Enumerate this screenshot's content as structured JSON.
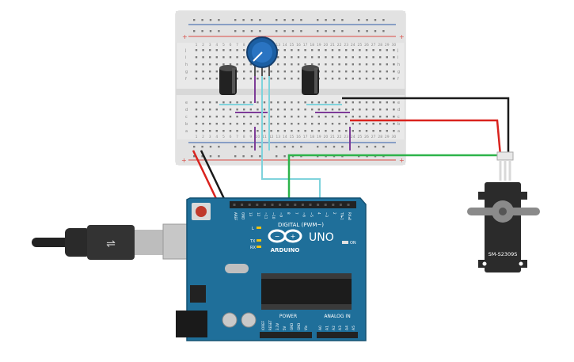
{
  "breadboard": {
    "column_numbers": [
      "1",
      "2",
      "3",
      "4",
      "5",
      "6",
      "7",
      "8",
      "9",
      "10",
      "11",
      "12",
      "13",
      "14",
      "15",
      "16",
      "17",
      "18",
      "19",
      "20",
      "21",
      "22",
      "23",
      "24",
      "25",
      "26",
      "27",
      "28",
      "29",
      "30"
    ],
    "row_letters_top": [
      "j",
      "i",
      "h",
      "g",
      "f"
    ],
    "row_letters_bottom": [
      "e",
      "d",
      "c",
      "b",
      "a"
    ],
    "rail_plus": "+",
    "rail_minus": "−"
  },
  "arduino": {
    "uno_label": "UNO",
    "brand_label": "ARDUINO",
    "digital_label": "DIGITAL (PWM~)",
    "power_label": "POWER",
    "analog_label": "ANALOG IN",
    "on_label": "ON",
    "l_label": "L",
    "tx_label": "TX",
    "rx_label": "RX",
    "digital_pins": [
      "AREF",
      "GND",
      "13",
      "12",
      "~11",
      "~10",
      "~9",
      "8",
      "7",
      "~6",
      "~5",
      "4",
      "~3",
      "2",
      "TX▸1",
      "RX◂0"
    ],
    "power_pins": [
      "IOREF",
      "RESET",
      "3.3V",
      "5V",
      "GND",
      "GND",
      "Vin"
    ],
    "analog_pins": [
      "A0",
      "A1",
      "A2",
      "A3",
      "A4",
      "A5"
    ]
  },
  "servo": {
    "label": "SM-S2309S"
  },
  "colors": {
    "arduino_blue": "#1f6f9a",
    "breadboard": "#e6e6e6",
    "wire_red": "#d9231e",
    "wire_black": "#1a1a1a",
    "wire_green": "#2db34a",
    "wire_cyan": "#7fd3dc",
    "wire_purple": "#7d3c98",
    "pot_blue": "#1c5fa3",
    "servo_body": "#2b2b2b",
    "servo_horn": "#8a8a8a"
  }
}
